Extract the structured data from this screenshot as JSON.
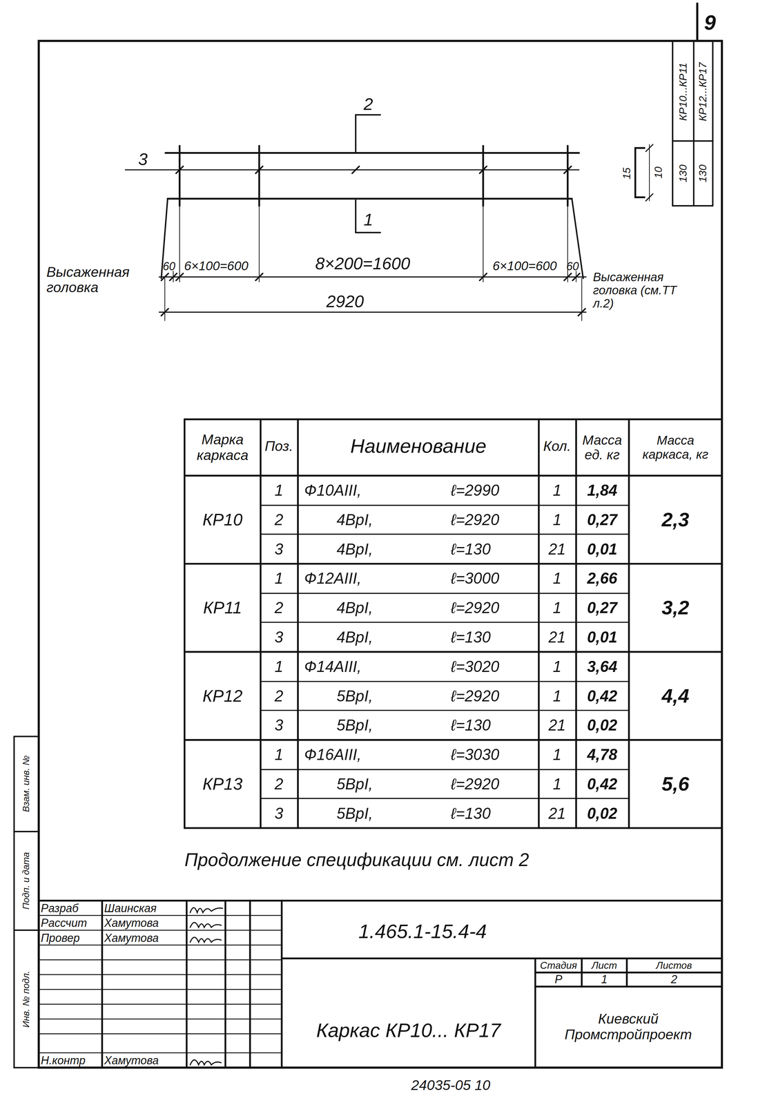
{
  "diagram": {
    "labels": [
      "9",
      "2",
      "1",
      "3",
      "Высаженная головка",
      "60",
      "6×100=600",
      "8×200=1600",
      "6×100=600",
      "60",
      "Высаженная головка (см.ТТ л.2)",
      "2920",
      "10",
      "15",
      "КР10...КР11",
      "КР12...КР17",
      "130",
      "130",
      "Марка каркаса",
      "Поз.",
      "Наименование",
      "Кол.",
      "Масса ед. кг",
      "Масса каркаса, кг",
      "КР10",
      "1",
      "Ф10АIII,",
      "ℓ=2990",
      "1",
      "1,84",
      "2",
      "4ВрI,",
      "ℓ=2920",
      "1",
      "0,27",
      "3",
      "4ВрI,",
      "ℓ=130",
      "21",
      "0,01",
      "2,3",
      "КР11",
      "1",
      "Ф12АIII,",
      "ℓ=3000",
      "1",
      "2,66",
      "2",
      "4ВрI,",
      "ℓ=2920",
      "1",
      "0,27",
      "3",
      "4ВрI,",
      "ℓ=130",
      "21",
      "0,01",
      "3,2",
      "КР12",
      "1",
      "Ф14АIII,",
      "ℓ=3020",
      "1",
      "3,64",
      "2",
      "5ВрI,",
      "ℓ=2920",
      "1",
      "0,42",
      "3",
      "5ВрI,",
      "ℓ=130",
      "21",
      "0,02",
      "4,4",
      "КР13",
      "1",
      "Ф16АIII,",
      "ℓ=3030",
      "1",
      "4,78",
      "2",
      "5ВрI,",
      "ℓ=2920",
      "1",
      "0,42",
      "3",
      "5ВрI,",
      "ℓ=130",
      "21",
      "0,02",
      "5,6",
      "Продолжение спецификации см. лист 2",
      "Разраб",
      "Шаинская",
      "Рассчит",
      "Хамутова",
      "Провер",
      "Хамутова",
      "Н.контр",
      "Хамутова",
      "1.465.1-15.4-4",
      "Каркас КР10... КР17",
      "Стадия",
      "Лист",
      "Листов",
      "Р",
      "1",
      "2",
      "Киевский Промстройпроект",
      "Взам. инв. №",
      "Подп. и дата",
      "Инв. № подл.",
      "24035-05 10"
    ]
  }
}
